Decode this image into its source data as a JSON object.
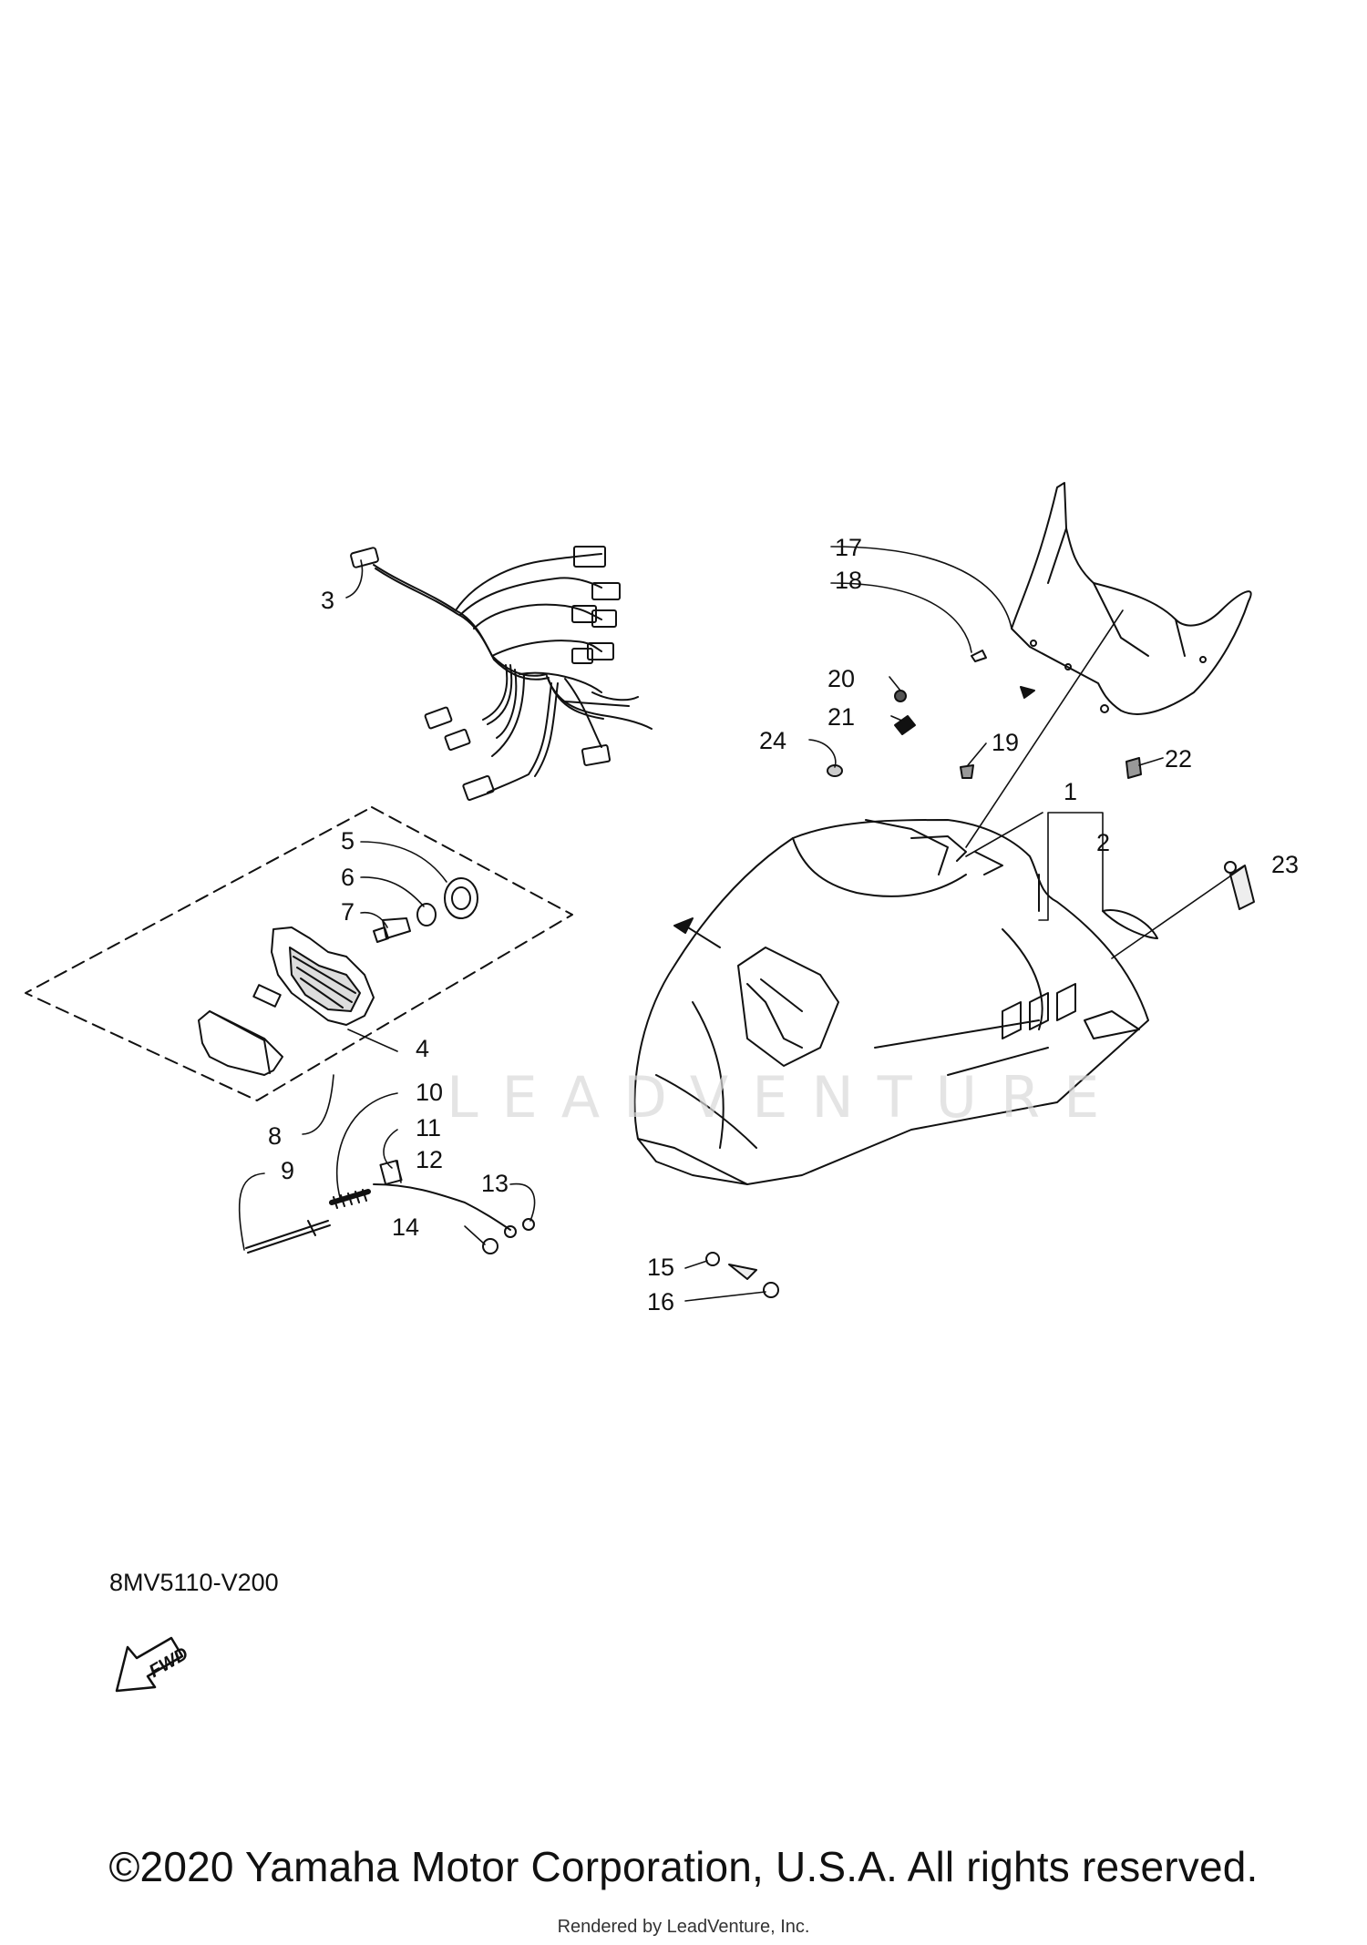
{
  "diagram": {
    "code": "8MV5110-V200",
    "fwd_label": "FWD",
    "watermark": "LEADVENTURE",
    "copyright": "©2020 Yamaha Motor Corporation, U.S.A. All rights reserved.",
    "rendered_by": "Rendered by LeadVenture, Inc."
  },
  "callouts": [
    "1",
    "2",
    "3",
    "4",
    "5",
    "6",
    "7",
    "8",
    "9",
    "10",
    "11",
    "12",
    "13",
    "14",
    "15",
    "16",
    "17",
    "18",
    "19",
    "20",
    "21",
    "22",
    "23",
    "24"
  ]
}
